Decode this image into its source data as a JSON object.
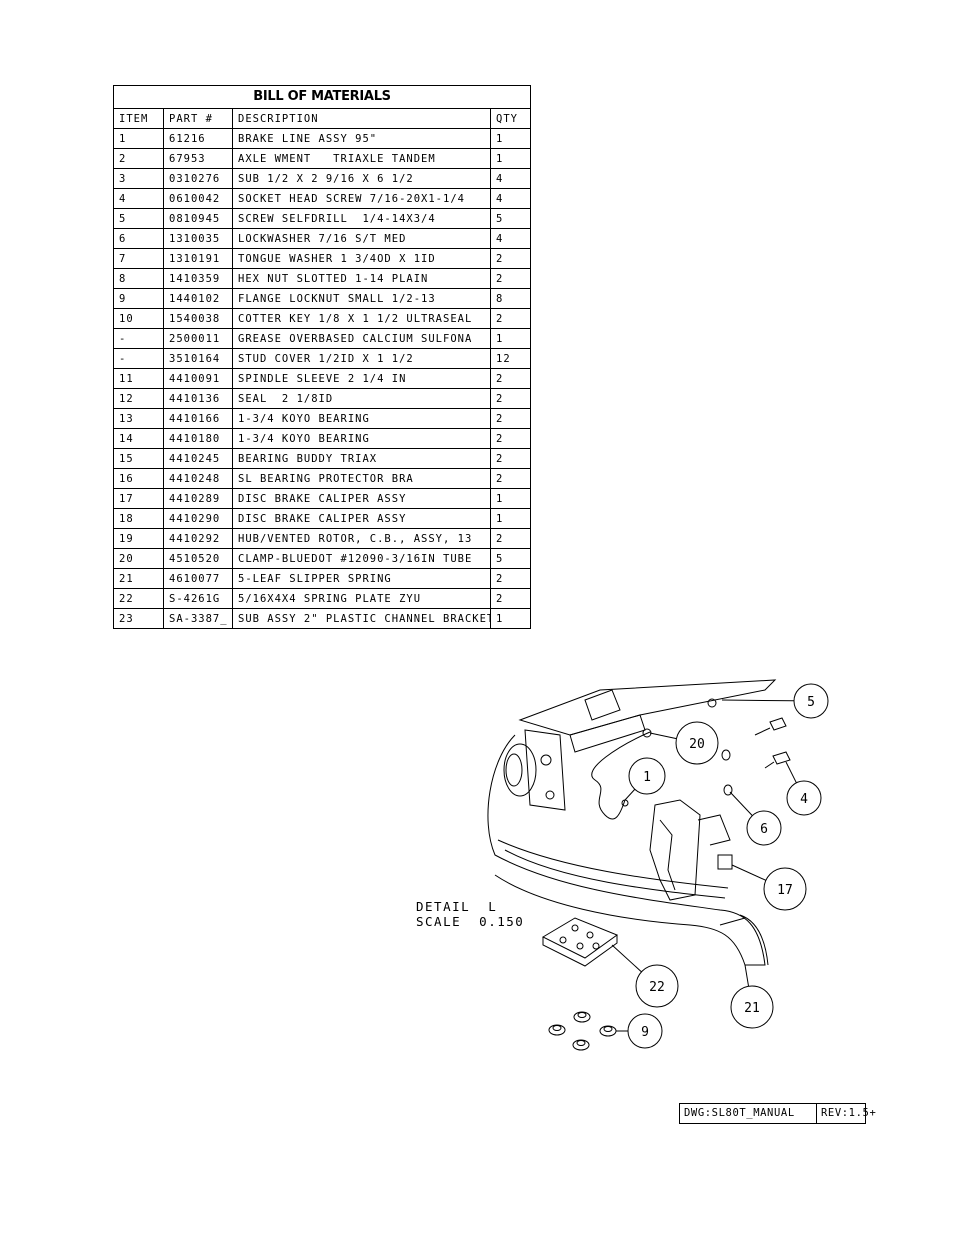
{
  "bom": {
    "title": "BILL OF MATERIALS",
    "headers": [
      "ITEM",
      "PART #",
      "DESCRIPTION",
      "QTY"
    ],
    "rows": [
      [
        "1",
        "61216",
        "BRAKE LINE ASSY 95\"",
        "1"
      ],
      [
        "2",
        "67953",
        "AXLE WMENT   TRIAXLE TANDEM",
        "1"
      ],
      [
        "3",
        "0310276",
        "SUB 1/2 X 2 9/16 X 6 1/2",
        "4"
      ],
      [
        "4",
        "0610042",
        "SOCKET HEAD SCREW 7/16-20X1-1/4",
        "4"
      ],
      [
        "5",
        "0810945",
        "SCREW SELFDRILL  1/4-14X3/4",
        "5"
      ],
      [
        "6",
        "1310035",
        "LOCKWASHER 7/16 S/T MED",
        "4"
      ],
      [
        "7",
        "1310191",
        "TONGUE WASHER 1 3/4OD X 1ID",
        "2"
      ],
      [
        "8",
        "1410359",
        "HEX NUT SLOTTED 1-14 PLAIN",
        "2"
      ],
      [
        "9",
        "1440102",
        "FLANGE LOCKNUT SMALL 1/2-13",
        "8"
      ],
      [
        "10",
        "1540038",
        "COTTER KEY 1/8 X 1 1/2 ULTRASEAL",
        "2"
      ],
      [
        "-",
        "2500011",
        "GREASE OVERBASED CALCIUM SULFONA",
        "1"
      ],
      [
        "-",
        "3510164",
        "STUD COVER 1/2ID X 1 1/2",
        "12"
      ],
      [
        "11",
        "4410091",
        "SPINDLE SLEEVE 2 1/4 IN",
        "2"
      ],
      [
        "12",
        "4410136",
        "SEAL  2 1/8ID",
        "2"
      ],
      [
        "13",
        "4410166",
        "1-3/4 KOYO BEARING",
        "2"
      ],
      [
        "14",
        "4410180",
        "1-3/4 KOYO BEARING",
        "2"
      ],
      [
        "15",
        "4410245",
        "BEARING BUDDY TRIAX",
        "2"
      ],
      [
        "16",
        "4410248",
        "SL BEARING PROTECTOR BRA",
        "2"
      ],
      [
        "17",
        "4410289",
        "DISC BRAKE CALIPER ASSY",
        "1"
      ],
      [
        "18",
        "4410290",
        "DISC BRAKE CALIPER ASSY",
        "1"
      ],
      [
        "19",
        "4410292",
        "HUB/VENTED ROTOR, C.B., ASSY, 13",
        "2"
      ],
      [
        "20",
        "4510520",
        "CLAMP-BLUEDOT #12090-3/16IN TUBE",
        "5"
      ],
      [
        "21",
        "4610077",
        "5-LEAF SLIPPER SPRING",
        "2"
      ],
      [
        "22",
        "S-4261G",
        "5/16X4X4 SPRING PLATE ZYU",
        "2"
      ],
      [
        "23",
        "SA-3387_",
        "SUB ASSY 2\" PLASTIC CHANNEL BRACKET",
        "1"
      ]
    ]
  },
  "detail": {
    "line1": "DETAIL  L",
    "line2": "SCALE  0.150"
  },
  "balloons": [
    "5",
    "20",
    "4",
    "1",
    "6",
    "17",
    "22",
    "21",
    "9"
  ],
  "titleblock": {
    "dwg": "DWG:SL80T_MANUAL",
    "rev": "REV:1.5+"
  }
}
